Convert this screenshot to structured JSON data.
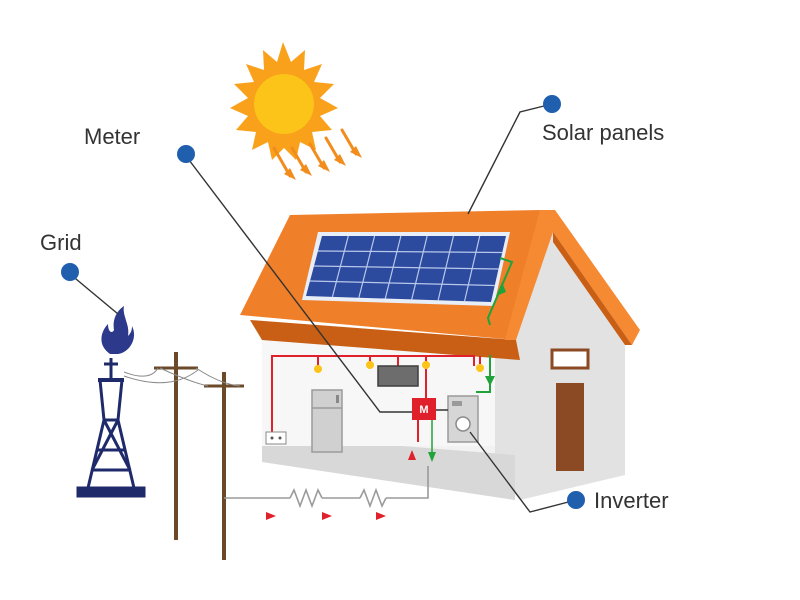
{
  "labels": {
    "meter": "Meter",
    "grid": "Grid",
    "solar_panels": "Solar panels",
    "inverter": "Inverter"
  },
  "meter_box_letter": "M",
  "colors": {
    "sun": "#f9a11b",
    "roof": "#f07f2a",
    "roof_shadow": "#c95f14",
    "panel": "#2c4a9e",
    "wall_front": "#f2f2f2",
    "wall_side": "#dedede",
    "door": "#8b4a23",
    "tower": "#1f2a6b",
    "flame": "#2d3a8c",
    "pole": "#6b4a2a",
    "callout_dot": "#1f5fae",
    "wire_red": "#e0202a",
    "wire_green": "#1fa33a"
  },
  "icons": [
    "sun-icon",
    "solar-panel-icon",
    "house-icon",
    "meter-box-icon",
    "inverter-icon",
    "fridge-icon",
    "tv-icon",
    "socket-icon",
    "light-bulb-icon",
    "grid-tower-icon",
    "flame-icon",
    "utility-pole-icon",
    "resistor-icon"
  ]
}
